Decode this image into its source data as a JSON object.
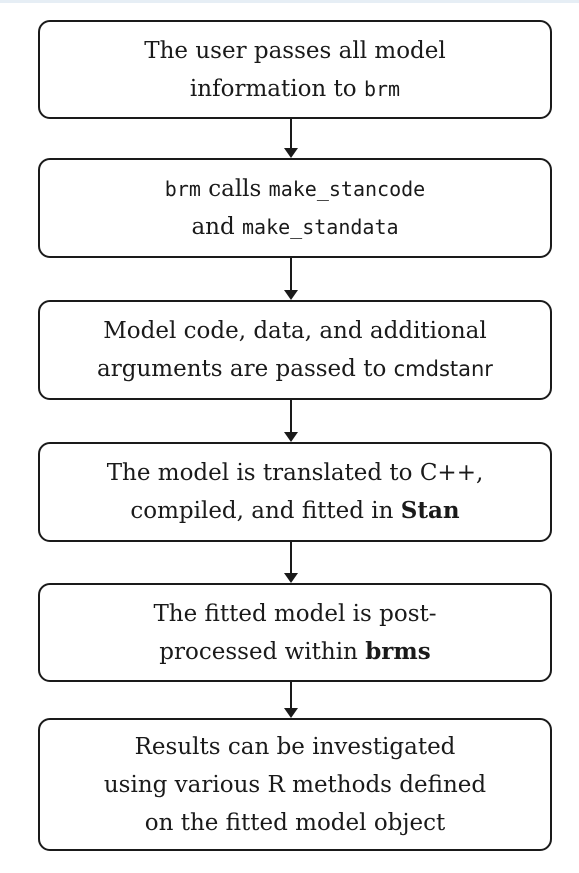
{
  "steps": [
    {
      "line1": {
        "a": "The user passes all model"
      },
      "line2": {
        "a": "information to ",
        "b": "brm"
      }
    },
    {
      "line1": {
        "a": "brm",
        "b": " calls ",
        "c": "make_stancode"
      },
      "line2": {
        "a": "and ",
        "b": "make_standata"
      }
    },
    {
      "line1": {
        "a": "Model code, data, and additional"
      },
      "line2": {
        "a": "arguments are passed to ",
        "b": "cmdstanr"
      }
    },
    {
      "line1": {
        "a": "The model is translated to C++,"
      },
      "line2": {
        "a": "compiled, and fitted in ",
        "b": "Stan"
      }
    },
    {
      "line1": {
        "a": "The fitted model is post-"
      },
      "line2": {
        "a": "processed within ",
        "b": "brms"
      }
    },
    {
      "line1": {
        "a": "Results can be investigated"
      },
      "line2": {
        "a": "using various R methods defined"
      },
      "line3": {
        "a": "on the fitted model object"
      }
    }
  ],
  "colors": {
    "stroke": "#1a1a1a",
    "background": "#ffffff",
    "top_rule": "#e6eef5"
  }
}
